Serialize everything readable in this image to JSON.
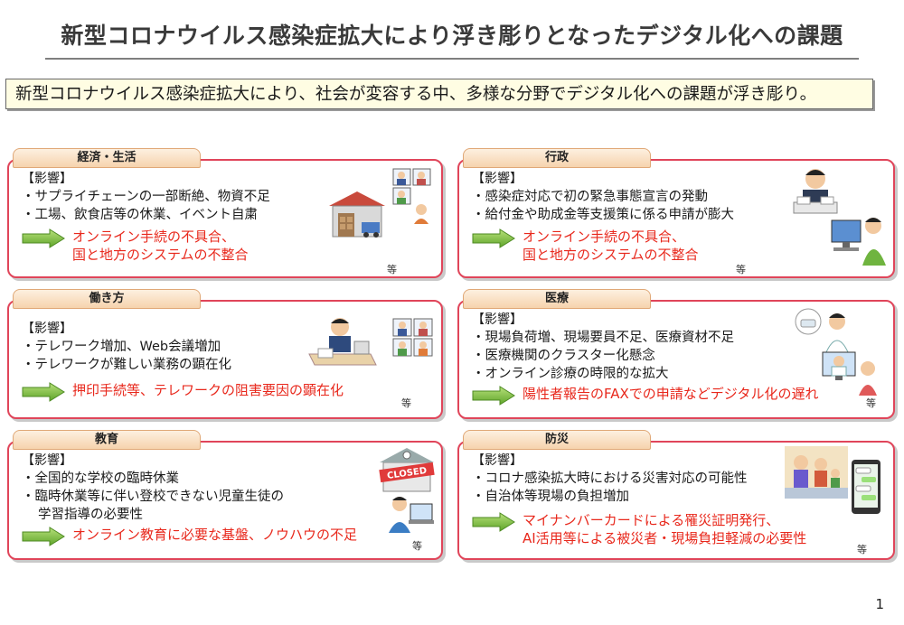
{
  "title": "新型コロナウイルス感染症拡大により浮き彫りとなったデジタル化への課題",
  "summary": "新型コロナウイルス感染症拡大により、社会が変容する中、多様な分野でデジタル化への課題が浮き彫り。",
  "page_number": "1",
  "panels": [
    {
      "tab": "経済・生活",
      "head": "【影響】",
      "items": [
        "・サプライチェーンの一部断絶、物資不足",
        "・工場、飲食店等の休業、イベント自粛"
      ],
      "issues": [
        "オンライン手続の不具合、",
        "国と地方のシステムの不整合"
      ],
      "etc": "等"
    },
    {
      "tab": "行政",
      "head": "【影響】",
      "items": [
        "・感染症対応で初の緊急事態宣言の発動",
        "・給付金や助成金等支援策に係る申請が膨大"
      ],
      "issues": [
        "オンライン手続の不具合、",
        "国と地方のシステムの不整合"
      ],
      "etc": "等"
    },
    {
      "tab": "働き方",
      "head": "【影響】",
      "items": [
        "・テレワーク増加、Web会議増加",
        "・テレワークが難しい業務の顕在化"
      ],
      "issues": [
        "押印手続等、テレワークの阻害要因の顕在化"
      ],
      "etc": "等"
    },
    {
      "tab": "医療",
      "head": "【影響】",
      "items": [
        "・現場負荷増、現場要員不足、医療資材不足",
        "・医療機関のクラスター化懸念",
        "・オンライン診療の時限的な拡大"
      ],
      "issues": [
        "陽性者報告のFAXでの申請などデジタル化の遅れ"
      ],
      "etc": "等"
    },
    {
      "tab": "教育",
      "head": "【影響】",
      "items": [
        "・全国的な学校の臨時休業",
        "・臨時休業等に伴い登校できない児童生徒の",
        "学習指導の必要性"
      ],
      "issues": [
        "オンライン教育に必要な基盤、ノウハウの不足"
      ],
      "etc": "等",
      "closed_sign": "CLOSED"
    },
    {
      "tab": "防災",
      "head": "【影響】",
      "items": [
        "・コロナ感染拡大時における災害対応の可能性",
        "・自治体等現場の負担増加"
      ],
      "issues": [
        "マイナンバーカードによる罹災証明発行、",
        "AI活用等による被災者・現場負担軽減の必要性"
      ],
      "etc": "等"
    }
  ],
  "colors": {
    "panel_border": "#e0455a",
    "issue_text": "#e8281c",
    "arrow_green": "#7cc142",
    "tab_fill": "#f6d3ad",
    "summary_fill": "#fffde3"
  }
}
